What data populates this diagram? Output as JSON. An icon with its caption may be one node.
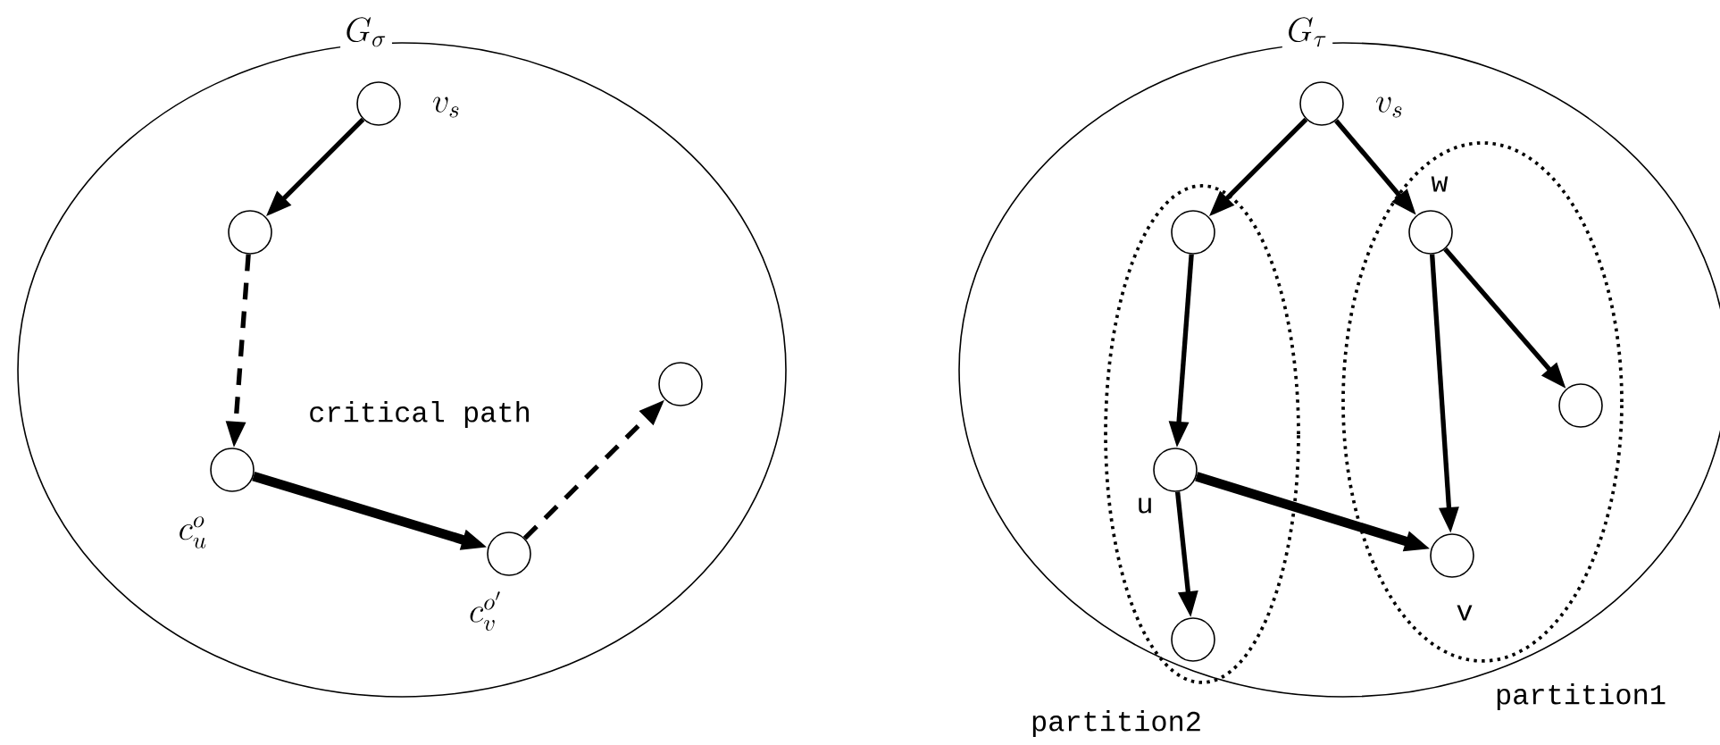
{
  "diagram": {
    "nodes": [
      {
        "text": [
          "G_\\sigma"
        ]
      },
      {
        "text": [],
        "shape": "circle",
        "in": 0,
        "beside": [
          "v_s"
        ]
      },
      {
        "text": [],
        "shape": "circle",
        "in": 0
      },
      {
        "text": [],
        "shape": "circle",
        "in": 0,
        "beside": [
          "c_u^o"
        ]
      },
      {
        "text": [],
        "shape": "circle",
        "in": 0,
        "beside": [
          "c_v^{o'}"
        ]
      },
      {
        "text": [],
        "shape": "circle",
        "in": 0
      },
      {
        "text": [
          "G_\\tau"
        ]
      },
      {
        "text": [],
        "shape": "circle",
        "in": 6,
        "beside": [
          "v_s"
        ]
      },
      {
        "text": [],
        "shape": "ellipse",
        "in": 6,
        "beside": [
          "partition2"
        ]
      },
      {
        "text": [],
        "shape": "circle",
        "in": 8
      },
      {
        "text": [],
        "shape": "circle",
        "in": 8,
        "beside": [
          "u"
        ]
      },
      {
        "text": [],
        "shape": "circle",
        "in": 8
      },
      {
        "text": [],
        "shape": "ellipse",
        "in": 6,
        "beside": [
          "partition1"
        ]
      },
      {
        "text": [],
        "shape": "circle",
        "in": 12,
        "beside": [
          "w"
        ]
      },
      {
        "text": [],
        "shape": "circle",
        "in": 12
      },
      {
        "text": [],
        "shape": "circle",
        "in": 12,
        "beside": [
          "v"
        ]
      }
    ],
    "edges": [
      {
        "from": 1,
        "to": 2,
        "arrow": "to"
      },
      {
        "from": 2,
        "to": 3,
        "arrow": "to",
        "style": "dashed"
      },
      {
        "from": 3,
        "to": 4,
        "arrow": "to",
        "style": "thick"
      },
      {
        "from": 4,
        "to": 5,
        "arrow": "to",
        "style": "dashed"
      },
      {
        "from": 7,
        "to": 9,
        "arrow": "to"
      },
      {
        "from": 7,
        "to": 13,
        "arrow": "to"
      },
      {
        "from": 9,
        "to": 10,
        "arrow": "to"
      },
      {
        "from": 10,
        "to": 11,
        "arrow": "to"
      },
      {
        "from": 10,
        "to": 15,
        "arrow": "to",
        "style": "thick"
      },
      {
        "from": 13,
        "to": 15,
        "arrow": "to"
      },
      {
        "from": 13,
        "to": 14,
        "arrow": "to"
      }
    ],
    "labels": [
      "critical path"
    ]
  }
}
